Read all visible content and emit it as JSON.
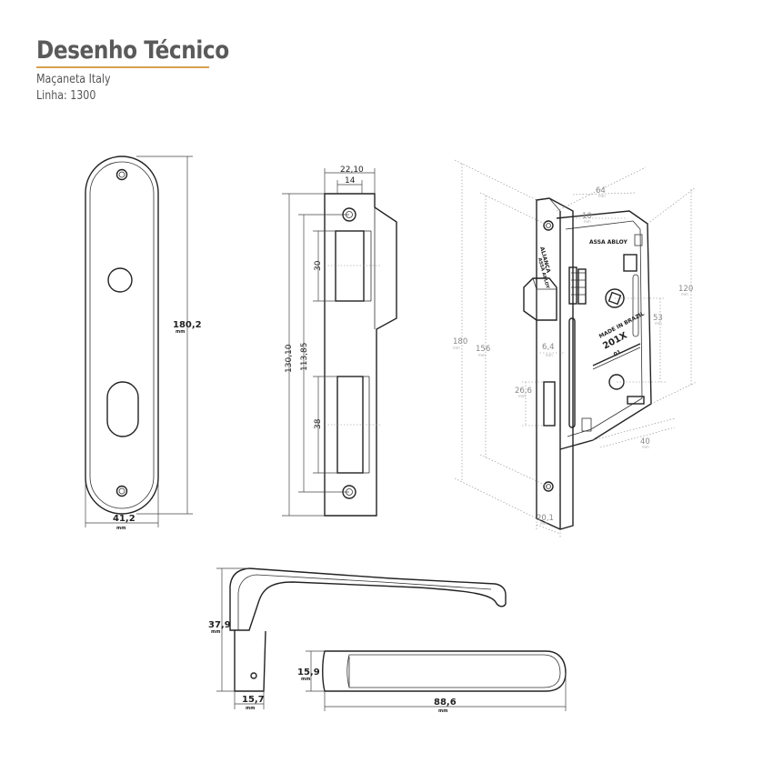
{
  "header": {
    "title": "Desenho Técnico",
    "product": "Maçaneta Italy",
    "line": "Linha: 1300"
  },
  "rosette": {
    "height": "180,2",
    "width": "41,2",
    "unit": "mm"
  },
  "strike_plate": {
    "width": "22,10",
    "inner_width": "14",
    "total_height": "130,10",
    "hole_spacing": "113,85",
    "upper_slot": "30",
    "lower_slot": "38"
  },
  "lock_body": {
    "depth": "64",
    "backset": "10",
    "height": "120",
    "spacing": "53",
    "front_height": "180",
    "screw_spacing": "156",
    "latch": "6,4",
    "bolt": "26,6",
    "front_width": "20,1",
    "depth_lower": "40",
    "unit": "mm",
    "brand": "ALIANÇA",
    "brand_sub": "ASSA ABLOY",
    "case_brand": "ASSA ABLOY",
    "made_in": "MADE IN BRAZIL",
    "model": "201X",
    "code": "01"
  },
  "lever": {
    "height": "37,9",
    "neck": "15,7",
    "thickness": "15,9",
    "length": "88,6",
    "unit": "mm"
  }
}
